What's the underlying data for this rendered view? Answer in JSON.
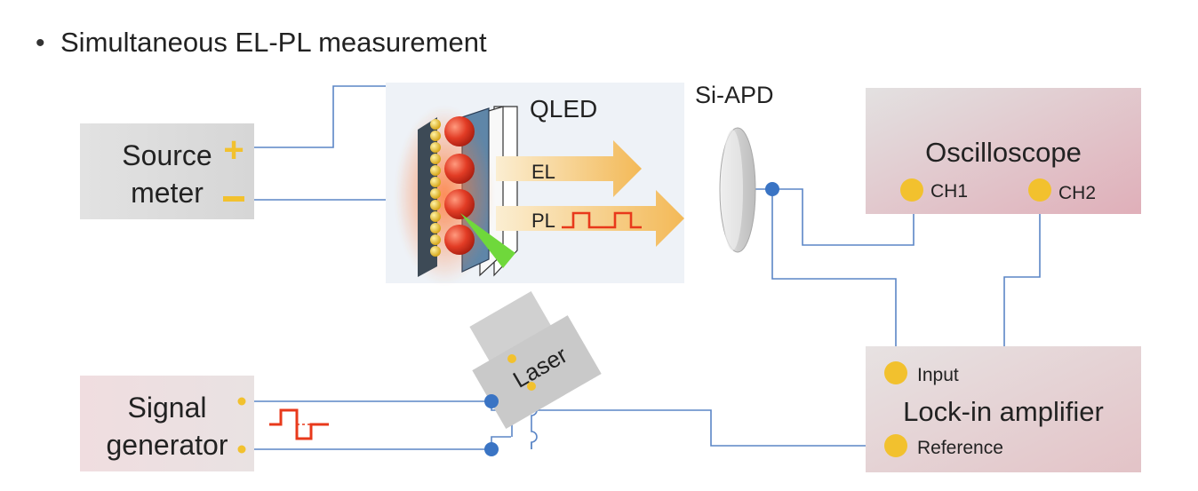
{
  "title": "Simultaneous EL-PL measurement",
  "bullet": "•",
  "devices": {
    "source_meter": {
      "line1": "Source",
      "line2": "meter",
      "plus": "+",
      "minus": "–"
    },
    "signal_generator": {
      "line1": "Signal",
      "line2": "generator"
    },
    "qled": {
      "label": "QLED",
      "el_label": "EL",
      "pl_label": "PL"
    },
    "si_apd": {
      "label": "Si-APD"
    },
    "oscilloscope": {
      "label": "Oscilloscope",
      "ch1": "CH1",
      "ch2": "CH2"
    },
    "lock_in": {
      "label": "Lock-in amplifier",
      "input": "Input",
      "reference": "Reference"
    },
    "laser": {
      "label": "Laser"
    }
  },
  "colors": {
    "wire": "#5b86c6",
    "node": "#3a74c4",
    "terminal": "#f2c12e",
    "arrow": "#f5c66a",
    "pulse": "#e8391b",
    "laser_beam": "#6fd83b",
    "gray_box": "#e4e4e4",
    "pink_box": "#ecd6da"
  }
}
